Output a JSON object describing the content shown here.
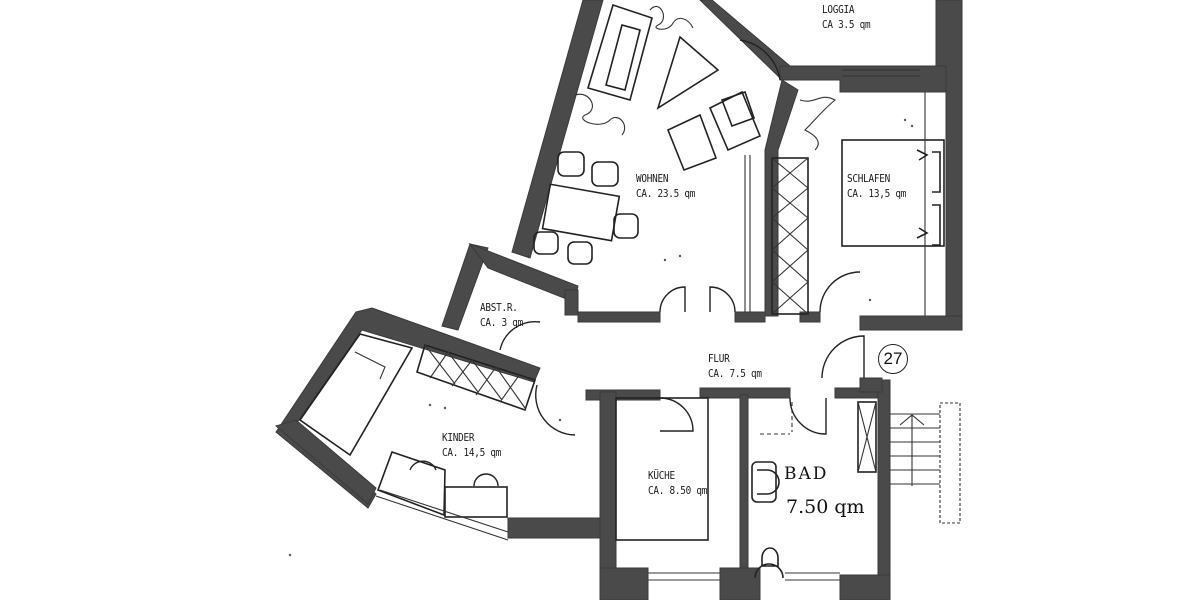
{
  "plan": {
    "unit_number": "27",
    "rooms": [
      {
        "id": "loggia",
        "name": "LOGGIA",
        "area": "CA 3.5 qm"
      },
      {
        "id": "wohnen",
        "name": "WOHNEN",
        "area": "CA. 23.5 qm"
      },
      {
        "id": "schlafen",
        "name": "SCHLAFEN",
        "area": "CA. 13,5 qm"
      },
      {
        "id": "abstellraum",
        "name": "ABST.R.",
        "area": "CA. 3 qm"
      },
      {
        "id": "flur",
        "name": "FLUR",
        "area": "CA. 7.5 qm"
      },
      {
        "id": "kinder",
        "name": "KINDER",
        "area": "CA. 14,5 qm"
      },
      {
        "id": "kueche",
        "name": "KÜCHE",
        "area": "CA. 8.50 qm"
      },
      {
        "id": "bad",
        "name": "BAD",
        "area": "7.50 qm"
      }
    ]
  },
  "colors": {
    "wall": "#4a4a4a",
    "line": "#222222",
    "background": "#ffffff"
  }
}
